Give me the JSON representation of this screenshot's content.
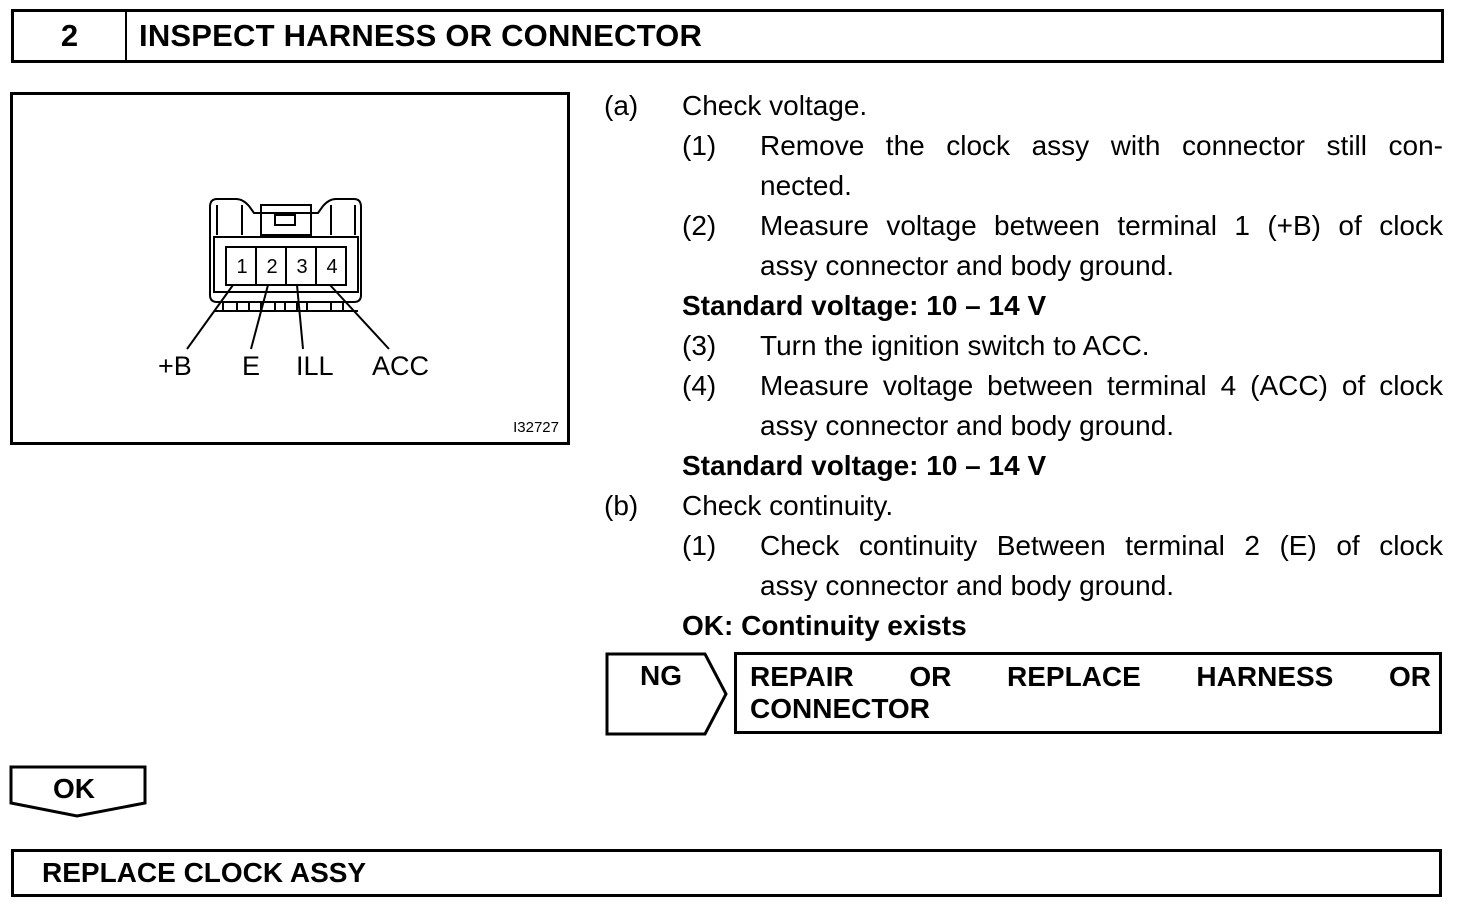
{
  "step": {
    "number": "2",
    "title": "INSPECT HARNESS OR CONNECTOR"
  },
  "figure": {
    "code": "I32727",
    "terminals": [
      "1",
      "2",
      "3",
      "4"
    ],
    "pin_labels": [
      "+B",
      "E",
      "ILL",
      "ACC"
    ]
  },
  "procedure": {
    "a": {
      "marker": "(a)",
      "title": "Check voltage.",
      "s1": {
        "marker": "(1)",
        "line1": "Remove the clock assy with connector still con-",
        "line2": "nected."
      },
      "s2": {
        "marker": "(2)",
        "line1": "Measure voltage between terminal 1 (+B) of clock",
        "line2": "assy connector and body ground."
      },
      "std1": "Standard voltage: 10 – 14 V",
      "s3": {
        "marker": "(3)",
        "line1": "Turn the ignition switch to ACC."
      },
      "s4": {
        "marker": "(4)",
        "line1": "Measure voltage between terminal 4 (ACC) of clock",
        "line2": "assy connector and body ground."
      },
      "std2": "Standard voltage: 10 – 14 V"
    },
    "b": {
      "marker": "(b)",
      "title": "Check continuity.",
      "s1": {
        "marker": "(1)",
        "line1": "Check continuity Between terminal 2 (E) of clock",
        "line2": "assy connector and body ground."
      },
      "ok": "OK: Continuity exists"
    }
  },
  "ng_branch": {
    "label": "NG",
    "action_line1": "REPAIR OR REPLACE HARNESS OR",
    "action_line2": "CONNECTOR"
  },
  "ok_branch": {
    "label": "OK",
    "action": "REPLACE CLOCK ASSY"
  }
}
